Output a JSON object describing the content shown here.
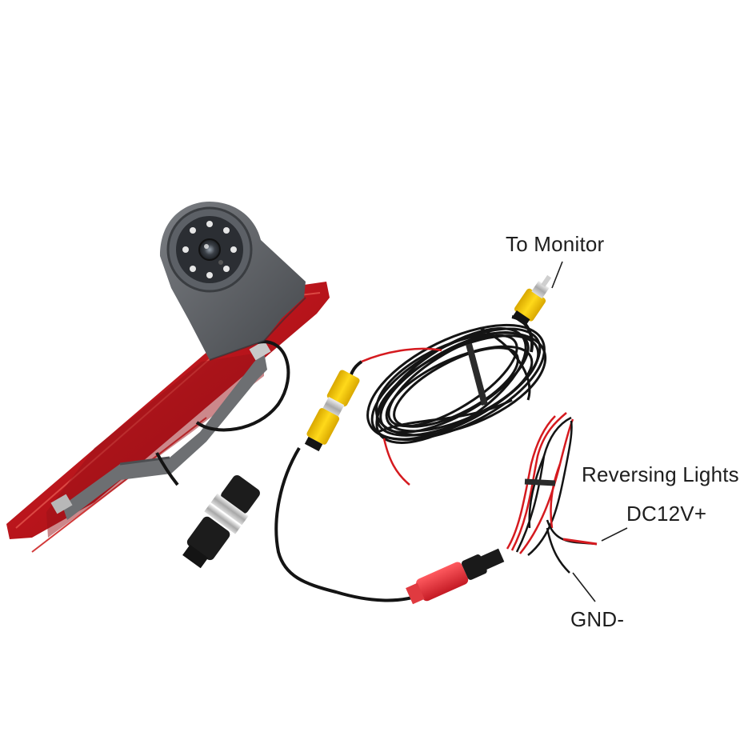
{
  "labels": {
    "to_monitor": "To Monitor",
    "reversing_lights": "Reversing Lights",
    "dc12v": "DC12V+",
    "gnd": "GND-"
  },
  "colors": {
    "brake_light_red": "#c8141c",
    "camera_housing": "#5b5e62",
    "cable_black": "#141414",
    "wire_red": "#d51a1f",
    "connector_yellow": "#f2c500",
    "connector_red": "#e8303a",
    "text": "#1e1e1e"
  }
}
